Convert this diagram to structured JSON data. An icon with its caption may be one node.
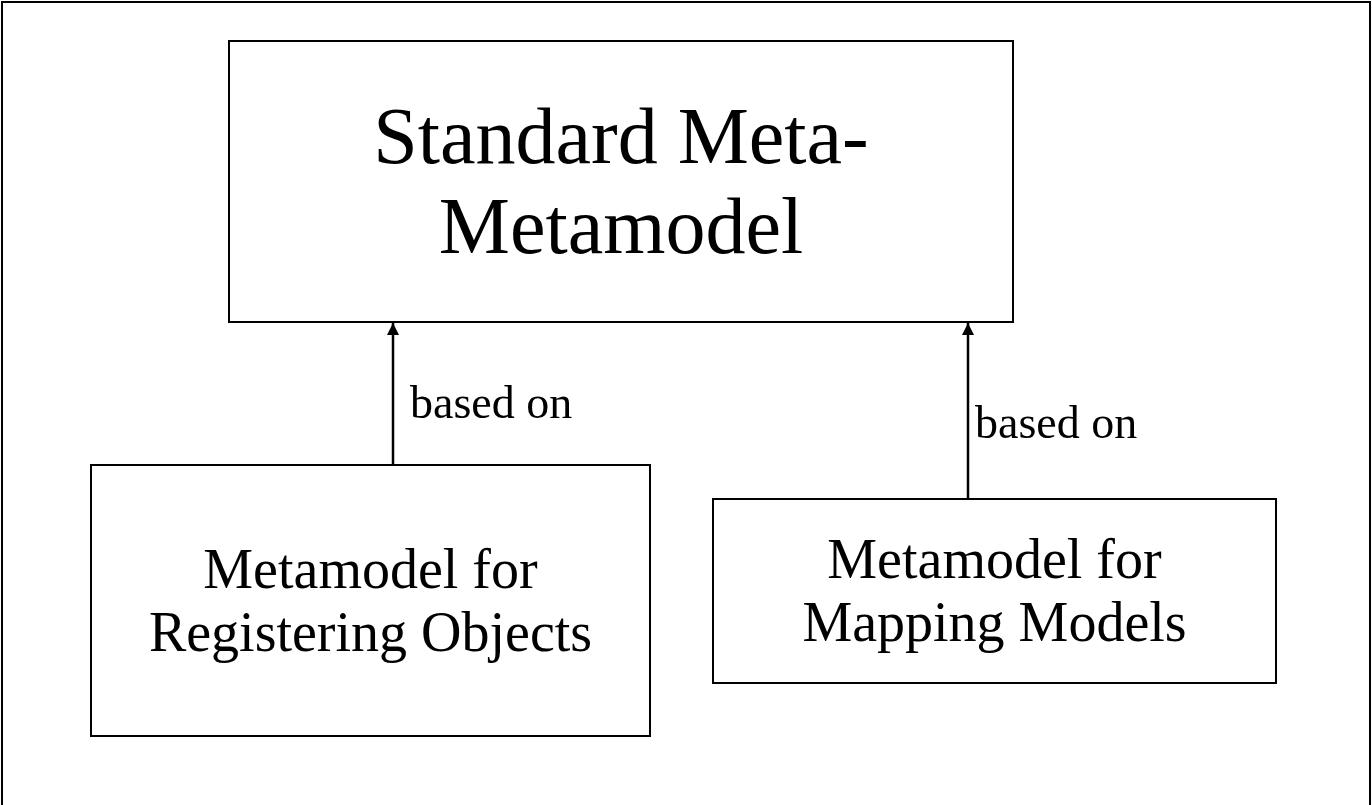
{
  "diagram": {
    "nodes": [
      {
        "text": [
          "Standard Meta-Metamodel"
        ]
      },
      {
        "text": [
          "Metamodel for Registering Objects"
        ]
      },
      {
        "text": [
          "Metamodel for Mapping Models"
        ]
      }
    ],
    "edges": [
      {
        "from": 1,
        "to": 0,
        "arrow": "to",
        "label": "based on"
      },
      {
        "from": 2,
        "to": 0,
        "arrow": "to",
        "label": "based on"
      }
    ]
  }
}
